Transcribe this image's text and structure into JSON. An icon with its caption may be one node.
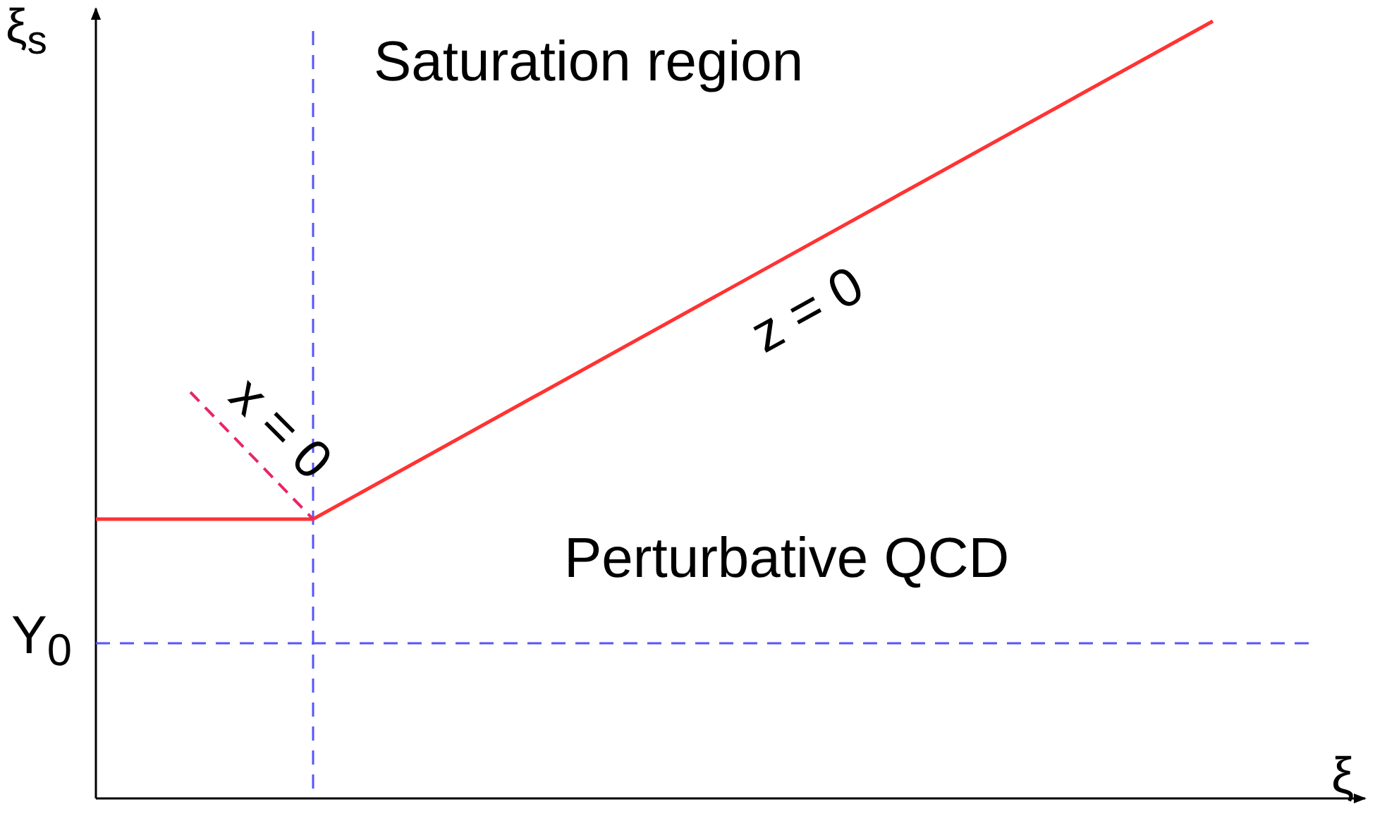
{
  "diagram": {
    "labels": [
      "ξ$_{s}$",
      "Saturation region",
      "z = 0",
      "x = 0",
      "Perturbative QCD",
      "Y$_{0}$",
      "ξ"
    ]
  }
}
